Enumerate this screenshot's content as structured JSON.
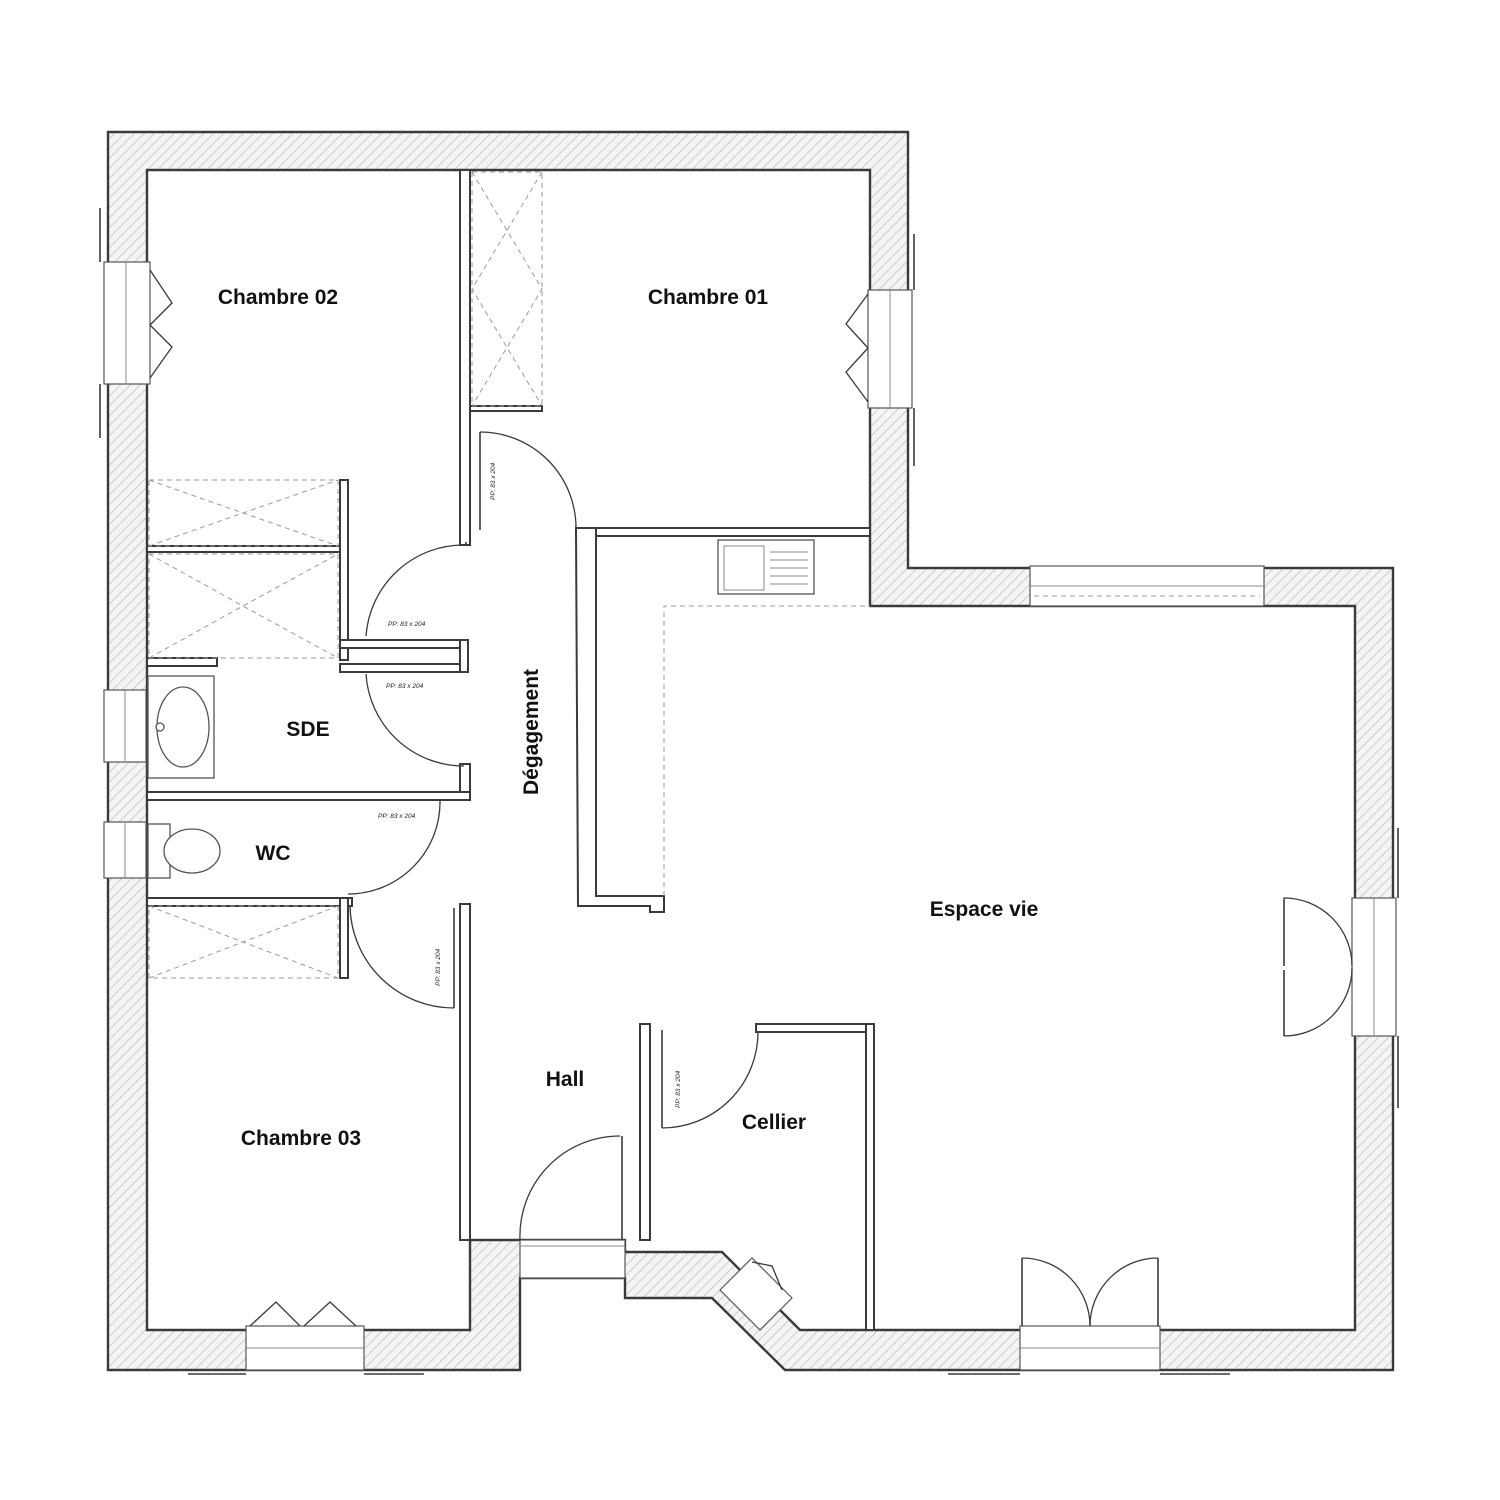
{
  "plan": {
    "rooms": {
      "chambre02": "Chambre 02",
      "chambre01": "Chambre 01",
      "sde": "SDE",
      "wc": "WC",
      "degagement": "Dégagement",
      "espace_vie": "Espace vie",
      "hall": "Hall",
      "cellier": "Cellier",
      "chambre03": "Chambre 03"
    },
    "door_labels": {
      "chambre01_door": "PP: 83 x 204",
      "chambre02_door": "PP: 83 x 204",
      "sde_door": "PP: 83 x 204",
      "wc_door": "PP: 83 x 204",
      "chambre03_door": "PP: 83 x 204",
      "cellier_door": "PP: 83 x 204"
    }
  },
  "colors": {
    "wall_stroke": "#3a3a3a",
    "hatch": "#b5b5b5",
    "background": "#ffffff"
  }
}
